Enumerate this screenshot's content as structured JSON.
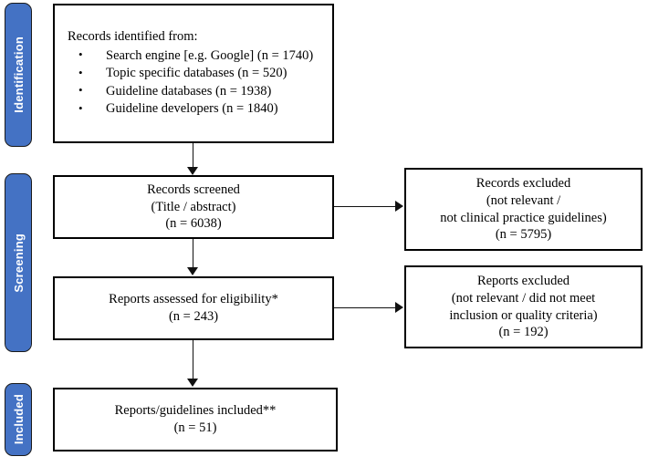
{
  "diagram": {
    "type": "PRISMA flow diagram",
    "stages": [
      {
        "label": "Identification"
      },
      {
        "label": "Screening"
      },
      {
        "label": "Included"
      }
    ],
    "identification_box": {
      "lead": "Records identified from:",
      "bullets": [
        "Search engine [e.g. Google] (n = 1740)",
        "Topic specific databases (n = 520)",
        "Guideline databases (n = 1938)",
        "Guideline developers (n = 1840)"
      ]
    },
    "screened_box": {
      "lines": [
        "Records screened",
        "(Title / abstract)",
        "(n = 6038)"
      ]
    },
    "records_excluded_box": {
      "lines": [
        "Records excluded",
        "(not relevant /",
        "not clinical practice guidelines)",
        "(n = 5795)"
      ]
    },
    "eligibility_box": {
      "lines": [
        "Reports assessed for eligibility*",
        "(n = 243)"
      ]
    },
    "reports_excluded_box": {
      "lines": [
        "Reports excluded",
        "(not relevant / did not meet",
        "inclusion or quality criteria)",
        "(n = 192)"
      ]
    },
    "included_box": {
      "lines": [
        "Reports/guidelines included**",
        "(n = 51)"
      ]
    },
    "colors": {
      "stage_bar_fill": "#4472C4",
      "stage_bar_text": "#FFFFFF",
      "box_border": "#000000",
      "box_fill": "#FFFFFF",
      "connector": "#111111"
    }
  }
}
